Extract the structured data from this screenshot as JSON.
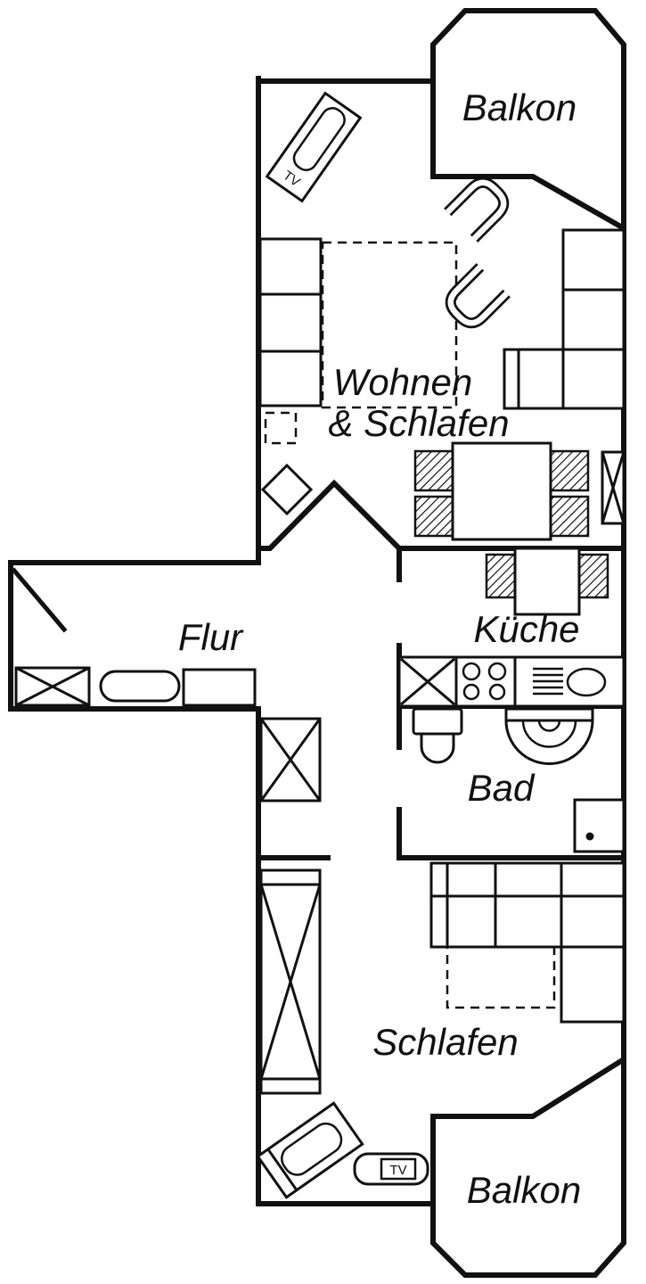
{
  "colors": {
    "line": "#111111",
    "background": "#ffffff"
  },
  "rooms": {
    "balkon_top": "Balkon",
    "wohnen_line1": "Wohnen",
    "wohnen_line2": "& Schlafen",
    "flur": "Flur",
    "kueche": "Küche",
    "bad": "Bad",
    "schlafen": "Schlafen",
    "balkon_bottom": "Balkon"
  },
  "labels": {
    "tv_wohnzimmer": "TV",
    "tv_schlafzimmer": "TV"
  }
}
